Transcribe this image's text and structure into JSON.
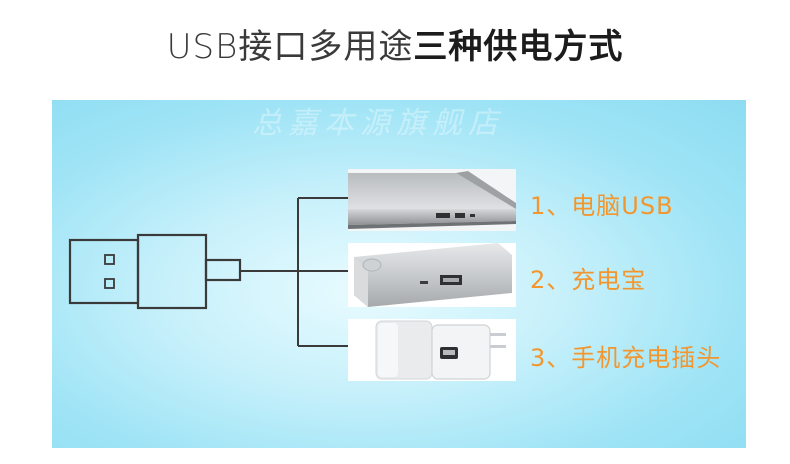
{
  "header": {
    "title_prefix": "USB接口多用途",
    "title_emphasis": "三种供电方式"
  },
  "panel": {
    "watermark": "总嘉本源旗舰店"
  },
  "power_options": [
    {
      "label": "1、电脑USB",
      "image": "laptop-photo"
    },
    {
      "label": "2、充电宝",
      "image": "power-bank-photo"
    },
    {
      "label": "3、手机充电插头",
      "image": "phone-charger-photo"
    }
  ],
  "colors": {
    "label": "#f2962d",
    "line": "#3a3a3a",
    "panel": "#9fe4f6"
  }
}
